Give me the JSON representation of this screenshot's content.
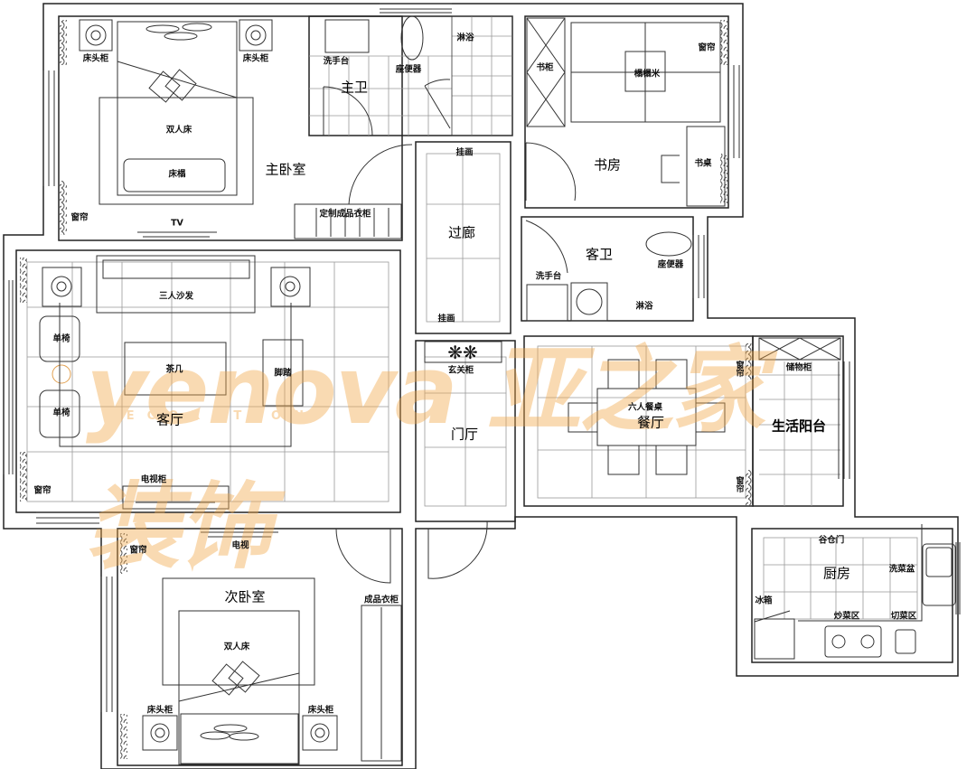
{
  "plan": {
    "watermark": {
      "brand": "yenova 亚之家装饰",
      "sub": "DECORATION",
      "color": "#f2a94a"
    },
    "rooms": {
      "master_bedroom": "主卧室",
      "master_bath": "主卫",
      "study": "书房",
      "corridor": "过廊",
      "guest_bath": "客卫",
      "living_room": "客厅",
      "foyer": "门厅",
      "dining_room": "餐厅",
      "utility_balcony": "生活阳台",
      "second_bedroom": "次卧室",
      "kitchen": "厨房"
    },
    "master_bedroom": {
      "nightstand_left": "床头柜",
      "nightstand_right": "床头柜",
      "bed": "双人床",
      "bed_bench": "床榻",
      "curtain": "窗帘",
      "tv": "TV",
      "wardrobe": "定制成品衣柜"
    },
    "master_bath": {
      "sink": "洗手台",
      "toilet": "座便器",
      "shower": "淋浴"
    },
    "study": {
      "bookcase": "书柜",
      "tatami": "榻榻米",
      "curtain": "窗帘",
      "desk": "书桌"
    },
    "corridor": {
      "painting_top": "挂画",
      "painting_bottom": "挂画"
    },
    "guest_bath": {
      "toilet": "座便器",
      "sink": "洗手台",
      "shower": "淋浴"
    },
    "living_room": {
      "sofa": "三人沙发",
      "armchair_top": "单椅",
      "armchair_bottom": "单椅",
      "coffee_table": "茶几",
      "footstool": "脚踏",
      "tv_cabinet": "电视柜",
      "curtain": "窗帘"
    },
    "foyer": {
      "shoe_cabinet": "玄关柜",
      "shoe_cabinet_glyph": "❋❋"
    },
    "dining_room": {
      "table": "六人餐桌",
      "curtain_top": "窗帘",
      "curtain_bottom": "窗帘"
    },
    "utility_balcony": {
      "storage": "储物柜"
    },
    "kitchen": {
      "folding_door": "谷仓门",
      "sink": "洗菜盆",
      "fridge": "冰箱",
      "cooking_zone": "炒菜区",
      "prep_zone": "切菜区"
    },
    "second_bedroom": {
      "curtain": "窗帘",
      "tv": "电视",
      "wardrobe": "成品衣柜",
      "bed": "双人床",
      "nightstand_left": "床头柜",
      "nightstand_right": "床头柜"
    }
  }
}
